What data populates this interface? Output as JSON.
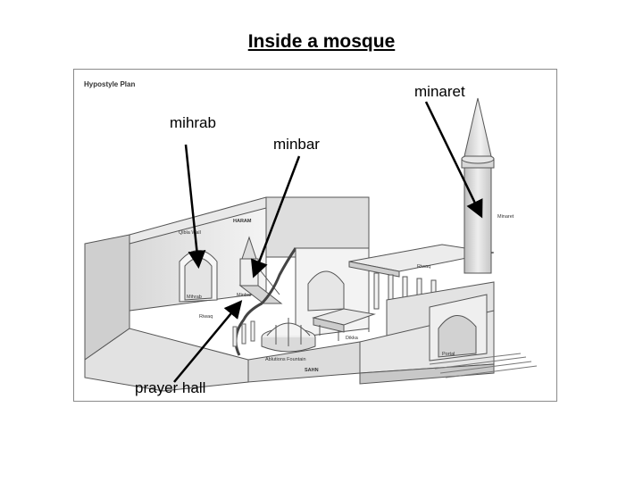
{
  "title": "Inside a mosque",
  "figure": {
    "plan_title": "Hypostyle Plan",
    "diagram_labels": {
      "haram": "HARAM",
      "qibla_wall": "Qibla Wall",
      "mihrab": "Mihrab",
      "minbar": "Minbar",
      "riwaq_left": "Riwaq",
      "riwaq_right": "Riwaq",
      "dikka": "Dikka",
      "ablutions": "Ablutions Fountain",
      "sahn": "SAHN",
      "portal": "Portal",
      "minaret": "Minaret"
    }
  },
  "callouts": {
    "mihrab": "mihrab",
    "minbar": "minbar",
    "minaret": "minaret",
    "prayer_hall": "prayer hall"
  }
}
